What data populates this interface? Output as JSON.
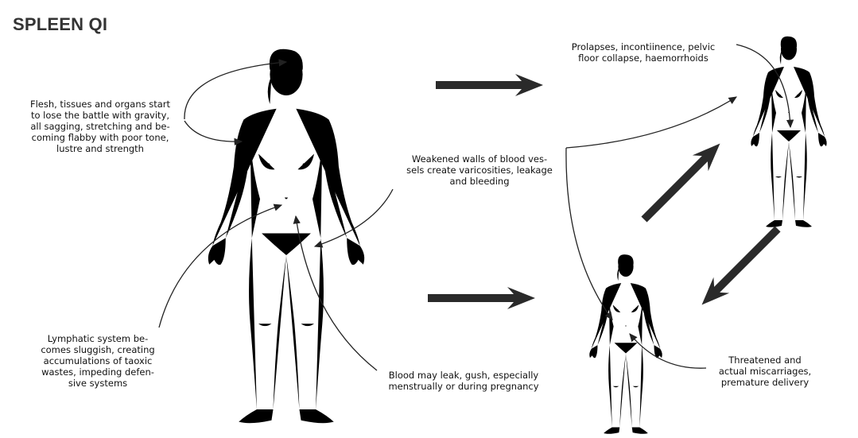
{
  "title": "SPLEEN QI",
  "colors": {
    "ink": "#1a1a1a",
    "title": "#333333",
    "arrow": "#2a2a2a",
    "background": "#ffffff"
  },
  "captions": {
    "flesh": "Flesh, tissues and organs start\nto lose the battle with gravity,\nall sagging, stretching and be-\ncoming flabby with poor tone,\nlustre and strength",
    "lymphatic": "Lymphatic system be-\ncomes sluggish, creating\naccumulations of taoxic\nwastes, impeding defen-\nsive systems",
    "vessels": "Weakened walls of blood ves-\nsels create varicosities, leakage\nand bleeding",
    "blood": "Blood may leak, gush, especially\nmenstrually or during pregnancy",
    "prolapses": "Prolapses, incontiinence, pelvic\nfloor collapse, haemorrhoids",
    "miscarriage": "Threatened and\nactual miscarriages,\npremature delivery"
  },
  "icons": {
    "large_figure": "female-body-outline-icon",
    "upper_right_figure": "female-body-outline-icon",
    "lower_right_figure": "female-body-outline-icon",
    "flow_arrows": "block-arrow-icon"
  }
}
